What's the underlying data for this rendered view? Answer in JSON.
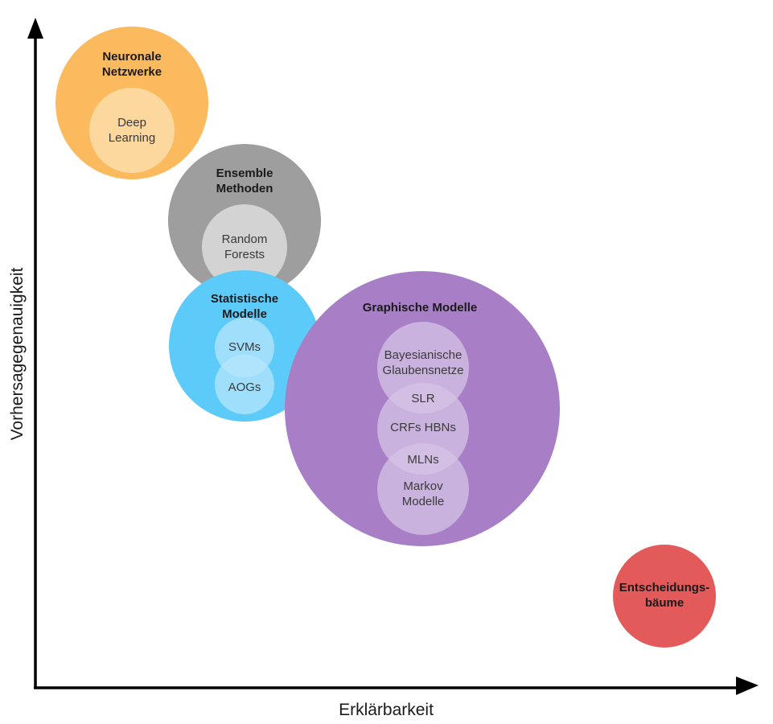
{
  "diagram": {
    "axes": {
      "x_label": "Erklärbarkeit",
      "y_label": "Vorhersagegenauigkeit"
    },
    "groups": [
      {
        "id": "neuronale-netzwerke",
        "title": [
          "Neuronale",
          "Netzwerke"
        ],
        "color": "#FBBA5E",
        "members": [
          {
            "label": [
              "Deep",
              "Learning"
            ],
            "color": "#FCD89E"
          }
        ]
      },
      {
        "id": "ensemble-methoden",
        "title": [
          "Ensemble",
          "Methoden"
        ],
        "color": "#9E9E9E",
        "members": [
          {
            "label": [
              "Random",
              "Forests"
            ],
            "color": "#D3D3D3"
          }
        ]
      },
      {
        "id": "statistische-modelle",
        "title": [
          "Statistische",
          "Modelle"
        ],
        "color": "#5CCBFA",
        "members": [
          {
            "label": [
              "SVMs"
            ],
            "color": "#B6E6FC"
          },
          {
            "label": [
              "AOGs"
            ],
            "color": "#B6E6FC"
          }
        ]
      },
      {
        "id": "graphische-modelle",
        "title": [
          "Graphische Modelle"
        ],
        "color": "#A87FC6",
        "members": [
          {
            "label": [
              "Bayesianische",
              "Glaubensnetze"
            ],
            "color": "#D5C3E6"
          },
          {
            "label": [
              "CRFs HBNs"
            ],
            "color": "#D5C3E6"
          },
          {
            "label": [
              "Markov",
              "Modelle"
            ],
            "color": "#D5C3E6"
          }
        ],
        "overlaps": [
          {
            "label": "SLR"
          },
          {
            "label": "MLNs"
          }
        ]
      },
      {
        "id": "entscheidungsbaeume",
        "title": [
          "Entscheidungs-",
          "bäume"
        ],
        "color": "#E25A5A",
        "members": []
      }
    ]
  }
}
